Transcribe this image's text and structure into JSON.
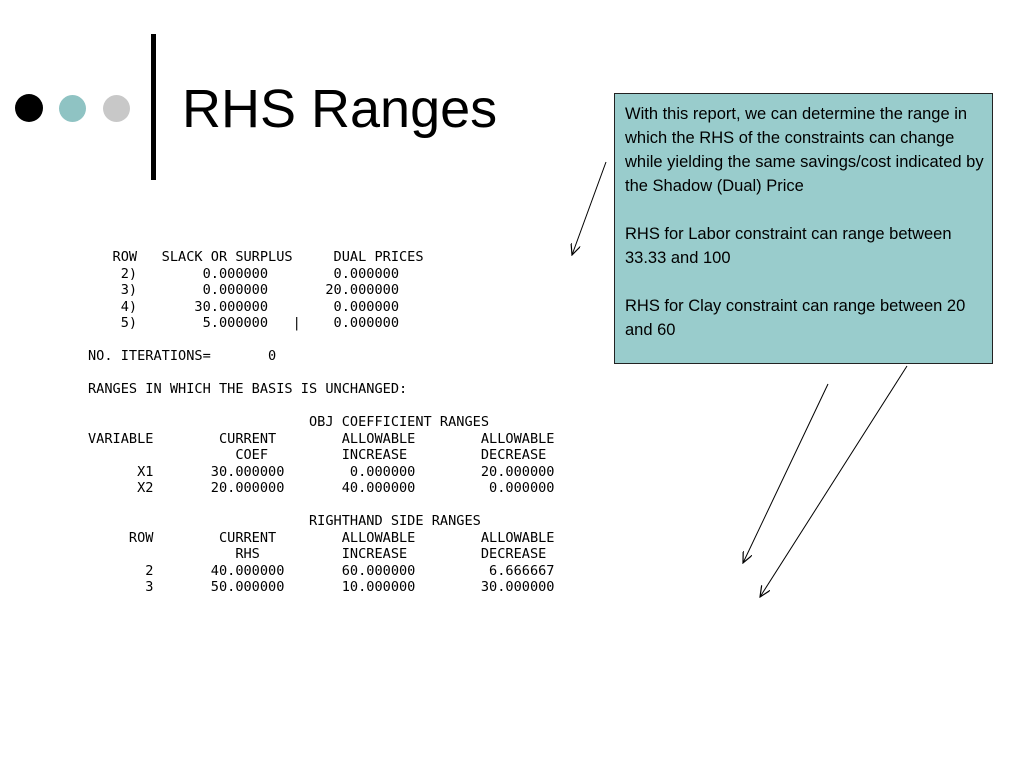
{
  "slide": {
    "title": "RHS Ranges",
    "colors": {
      "dot_1": "#000000",
      "dot_2": "#8fc3c3",
      "dot_3": "#c8c8c8",
      "title_bar": "#000000",
      "callout_bg": "#99cccc",
      "arrow": "#000000"
    },
    "bullet_icons": [
      "dot-black-icon",
      "dot-teal-icon",
      "dot-gray-icon"
    ]
  },
  "report": {
    "dual_table": {
      "header": "   ROW   SLACK OR SURPLUS     DUAL PRICES",
      "rows": [
        "    2)        0.000000        0.000000",
        "    3)        0.000000       20.000000",
        "    4)       30.000000        0.000000",
        "    5)        5.000000   |    0.000000"
      ]
    },
    "iterations": "NO. ITERATIONS=       0",
    "ranges_heading": "RANGES IN WHICH THE BASIS IS UNCHANGED:",
    "obj_section": {
      "title": "                           OBJ COEFFICIENT RANGES",
      "header_1": "VARIABLE        CURRENT        ALLOWABLE        ALLOWABLE",
      "header_2": "                  COEF         INCREASE         DECREASE",
      "rows": [
        "      X1       30.000000        0.000000        20.000000",
        "      X2       20.000000       40.000000         0.000000"
      ]
    },
    "rhs_section": {
      "title": "                           RIGHTHAND SIDE RANGES",
      "header_1": "     ROW        CURRENT        ALLOWABLE        ALLOWABLE",
      "header_2": "                  RHS          INCREASE         DECREASE",
      "rows": [
        "       2       40.000000       60.000000         6.666667",
        "       3       50.000000       10.000000        30.000000"
      ]
    }
  },
  "callout": {
    "paragraphs": [
      "With this report, we can determine the range in which the RHS of the constraints can change while yielding the same savings/cost indicated by the Shadow (Dual) Price",
      "RHS for Labor constraint can range between 33.33 and 100",
      "RHS for Clay constraint can range between 20 and 60"
    ]
  }
}
